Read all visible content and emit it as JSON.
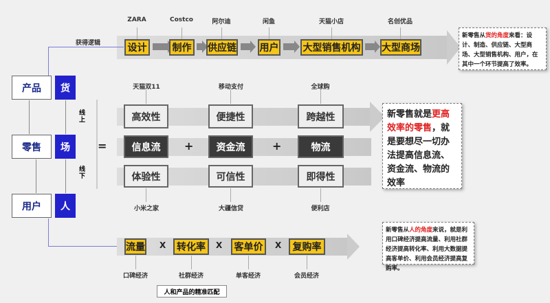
{
  "top": {
    "source": "获得逻辑",
    "steps": [
      {
        "label": "设计",
        "example": "ZARA"
      },
      {
        "label": "制作",
        "example": "Costco"
      },
      {
        "label": "供应链",
        "example": "阿尔迪"
      },
      {
        "label": "用户",
        "example": "闲鱼"
      },
      {
        "label": "大型销售机构",
        "example": "天猫小店"
      },
      {
        "label": "大型商场",
        "example": "名创优品"
      }
    ],
    "note": {
      "pre": "新零售从",
      "hl": "货的角度",
      "post": "来看：设计、制造、供应链、大型商场、大型销售机构、用户，在其中一个环节提高了效率。"
    }
  },
  "left": {
    "rows": [
      {
        "label": "产品",
        "key": "货"
      },
      {
        "label": "零售",
        "key": "场"
      },
      {
        "label": "用户",
        "key": "人"
      }
    ],
    "online": "线上",
    "offline": "线下"
  },
  "middle": {
    "equals": "=",
    "plus": "+",
    "cols": [
      {
        "top_example": "天猫双11",
        "upper": "高效性",
        "flow": "信息流",
        "lower": "体验性",
        "bottom_example": "小米之家"
      },
      {
        "top_example": "移动支付",
        "upper": "便捷性",
        "flow": "资金流",
        "lower": "可信性",
        "bottom_example": "大疆信贷"
      },
      {
        "top_example": "全球购",
        "upper": "跨越性",
        "flow": "物流",
        "lower": "即得性",
        "bottom_example": "便利店"
      }
    ],
    "note": {
      "pre": "新零售就是",
      "hl": "更高效率的零售",
      "post": "，就是要想尽一切办法提高信息流、资金流、物流的效率"
    }
  },
  "bottom": {
    "times": "X",
    "items": [
      {
        "label": "流量",
        "example": "口碑经济"
      },
      {
        "label": "转化率",
        "example": "社群经济"
      },
      {
        "label": "客单价",
        "example": "单客经济"
      },
      {
        "label": "复购率",
        "example": "会员经济"
      }
    ],
    "match": "人和产品的精准匹配",
    "note": {
      "pre": "新零售从",
      "hl": "人的角度",
      "post": "来说，就是利用口碑经济提高流量、利用社群经济提高转化率、利用大数据提高客单价、利用会员经济提高复购率。"
    }
  }
}
